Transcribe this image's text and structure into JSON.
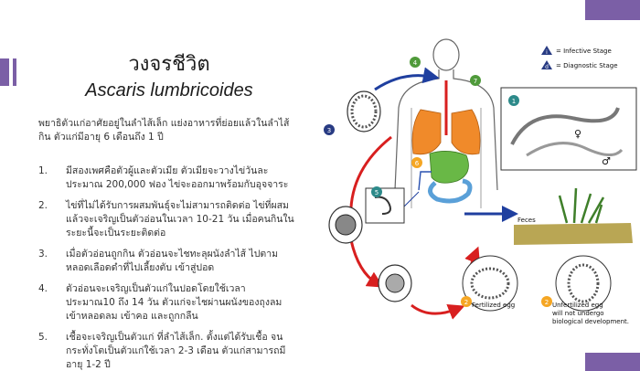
{
  "slide": {
    "title": "วงจรชีวิต",
    "subtitle": "Ascaris lumbricoides",
    "intro": "พยาธิตัวแก่อาศัยอยู่ในลำไส้เล็ก แย่งอาหารที่ย่อยแล้วในลำไส้ กิน ตัวแก่มีอายุ 6 เดือนถึง 1 ปี",
    "steps": [
      {
        "num": "1.",
        "text": "มีสองเพศคือตัวผู้และตัวเมีย ตัวเมียจะวางไข่วันละ ประมาณ 200,000 ฟอง ไข่จะออกมาพร้อมกับอุจจาระ"
      },
      {
        "num": "2.",
        "text": "ไข่ที่ไม่ได้รับการผสมพันธุ์จะไม่สามารถติดต่อ ไข่ที่ผสม แล้วจะเจริญเป็นตัวอ่อนในเวลา 10-21 วัน เมื่อคนกินใน ระยะนี้จะเป็นระยะติดต่อ"
      },
      {
        "num": "3.",
        "text": "เมื่อตัวอ่อนถูกกิน ตัวอ่อนจะไชทะลุผนังลำไส้ ไปตาม หลอดเลือดดำที่ไปเลี้ยงตับ เข้าสู่ปอด"
      },
      {
        "num": "4.",
        "text": "ตัวอ่อนจะเจริญเป็นตัวแก่ในปอดโดยใช้เวลาประมาณ10 ถึง 14 วัน ตัวแก่จะไชผ่านผนังของถุงลม เข้าหลอดลม เข้าคอ และถูกกลืน"
      },
      {
        "num": "5.",
        "text": "เชื้อจะเจริญเป็นตัวแก่ ที่ลำไส้เล็ก. ตั้งแต่ได้รับเชื้อ จนกระทั่งโตเป็นตัวแก่ใช้เวลา 2-3 เดือน ตัวแก่สามารถมี อายุ 1-2 ปี"
      }
    ]
  },
  "diagram": {
    "legend_infective": "= Infective Stage",
    "legend_diagnostic": "= Diagnostic Stage",
    "legend_i": "i",
    "legend_d": "d",
    "feces": "Feces",
    "fertilized": "Fertilized egg",
    "unfertilized_1": "Unfertilized egg",
    "unfertilized_2": "will not undergo",
    "unfertilized_3": "biological development.",
    "n1": "1",
    "n2": "2",
    "n3": "3",
    "n4": "4",
    "n5": "5",
    "n6": "6",
    "n7": "7",
    "male": "♂",
    "female": "♀"
  },
  "colors": {
    "accent": "#7b5fa6",
    "arrow_red": "#d81f1f",
    "arrow_blue": "#1f3f9f",
    "badge_green": "#4f9a3a",
    "badge_teal": "#2d8a8a",
    "badge_navy": "#283b83",
    "badge_orange": "#f5a623"
  }
}
